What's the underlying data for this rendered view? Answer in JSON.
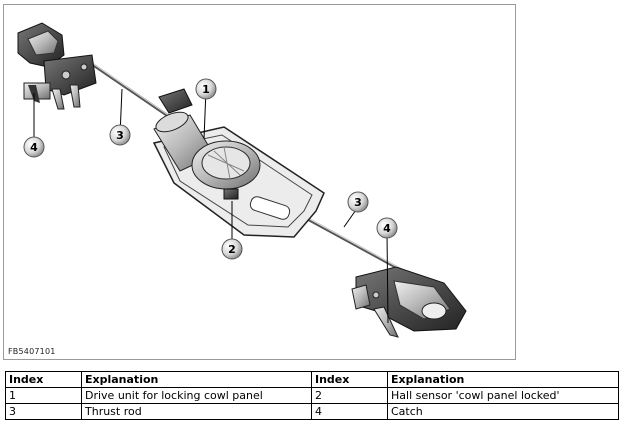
{
  "figure": {
    "id": "FB5407101",
    "callouts": [
      "1",
      "2",
      "3",
      "3",
      "4",
      "4"
    ]
  },
  "legend": {
    "headers": [
      "Index",
      "Explanation",
      "Index",
      "Explanation"
    ],
    "rows": [
      [
        "1",
        "Drive unit for locking cowl panel",
        "2",
        "Hall sensor 'cowl panel locked'"
      ],
      [
        "3",
        "Thrust rod",
        "4",
        "Catch"
      ]
    ]
  }
}
